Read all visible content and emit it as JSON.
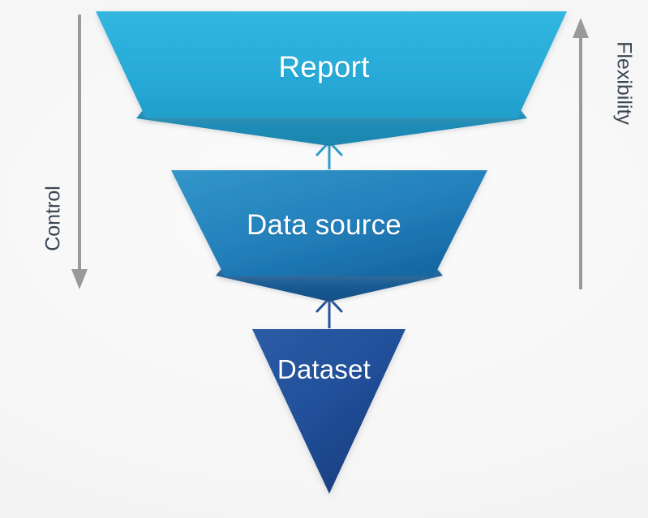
{
  "diagram": {
    "title": "Looker Studio data hierarchy funnel",
    "background_color": "#f5f5f5",
    "axes": {
      "left": {
        "label": "Control",
        "direction": "down",
        "color": "#9a9a9a",
        "text_color": "#3b4654"
      },
      "right": {
        "label": "Flexibility",
        "direction": "up",
        "color": "#9a9a9a",
        "text_color": "#3b4654"
      }
    },
    "stages": [
      {
        "id": "report",
        "label": "Report",
        "level": 1,
        "shape": "trapezoid",
        "fill_top": "#2fb4dd",
        "fill_bottom": "#24a4ce",
        "fold_color": "#1f8cb5",
        "text_color": "#ffffff"
      },
      {
        "id": "data-source",
        "label": "Data source",
        "level": 2,
        "shape": "trapezoid",
        "fill_top": "#2b8fc4",
        "fill_bottom": "#1a6fae",
        "fold_color": "#1b5f96",
        "text_color": "#ffffff"
      },
      {
        "id": "dataset",
        "label": "Dataset",
        "level": 3,
        "shape": "triangle",
        "fill_top": "#24539a",
        "fill_bottom": "#1b3f7f",
        "fold_color": "#1b3f7f",
        "text_color": "#ffffff"
      }
    ],
    "connectors": [
      {
        "id": "dataset-to-data-source",
        "from": "dataset",
        "to": "data-source",
        "direction": "up",
        "color": "#24539a"
      },
      {
        "id": "data-source-to-report",
        "from": "data-source",
        "to": "report",
        "direction": "up",
        "color": "#2a9ec9"
      }
    ]
  }
}
